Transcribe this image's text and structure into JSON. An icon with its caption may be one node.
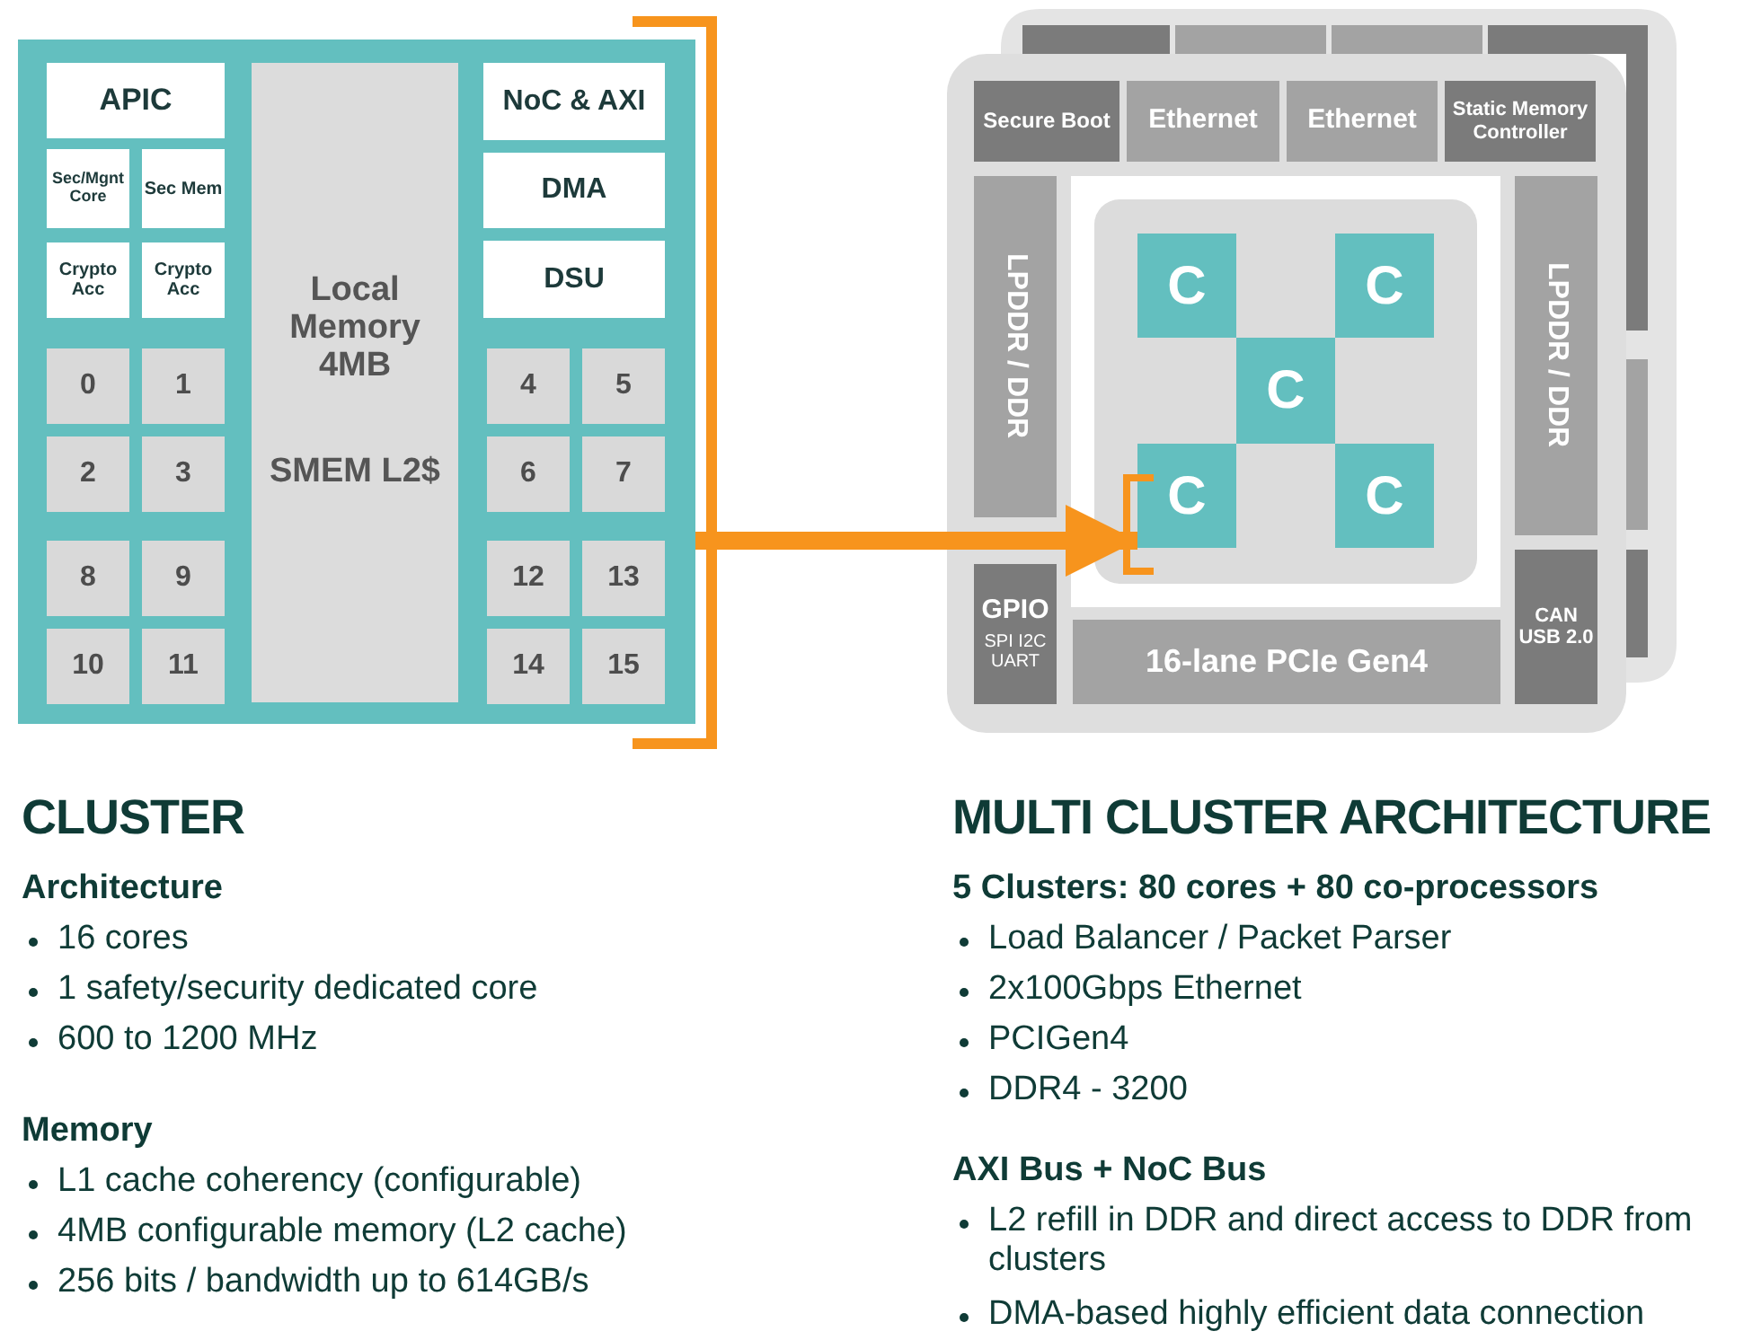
{
  "diagram": {
    "nodes": [
      {
        "text": [],
        "shape": "box"
      },
      {
        "text": [
          "APIC"
        ],
        "in": 0
      },
      {
        "text": [
          "Sec/Mgnt Core"
        ],
        "in": 0
      },
      {
        "text": [
          "Sec Mem"
        ],
        "in": 0
      },
      {
        "text": [
          "Crypto Acc"
        ],
        "in": 0
      },
      {
        "text": [
          "Crypto Acc"
        ],
        "in": 0
      },
      {
        "text": [
          "Local Memory 4MB",
          "SMEM L2$"
        ],
        "in": 0
      },
      {
        "text": [
          "NoC & AXI"
        ],
        "in": 0
      },
      {
        "text": [
          "DMA"
        ],
        "in": 0
      },
      {
        "text": [
          "DSU"
        ],
        "in": 0
      },
      {
        "text": [
          "0"
        ],
        "in": 0
      },
      {
        "text": [
          "1"
        ],
        "in": 0
      },
      {
        "text": [
          "2"
        ],
        "in": 0
      },
      {
        "text": [
          "3"
        ],
        "in": 0
      },
      {
        "text": [
          "4"
        ],
        "in": 0
      },
      {
        "text": [
          "5"
        ],
        "in": 0
      },
      {
        "text": [
          "6"
        ],
        "in": 0
      },
      {
        "text": [
          "7"
        ],
        "in": 0
      },
      {
        "text": [
          "8"
        ],
        "in": 0
      },
      {
        "text": [
          "9"
        ],
        "in": 0
      },
      {
        "text": [
          "10"
        ],
        "in": 0
      },
      {
        "text": [
          "11"
        ],
        "in": 0
      },
      {
        "text": [
          "12"
        ],
        "in": 0
      },
      {
        "text": [
          "13"
        ],
        "in": 0
      },
      {
        "text": [
          "14"
        ],
        "in": 0
      },
      {
        "text": [
          "15"
        ],
        "in": 0
      },
      {
        "text": [],
        "shape": "box"
      },
      {
        "text": [
          "Secure Boot"
        ],
        "in": 26
      },
      {
        "text": [
          "Ethernet"
        ],
        "in": 26
      },
      {
        "text": [
          "Ethernet"
        ],
        "in": 26
      },
      {
        "text": [
          "Static Memory Controller"
        ],
        "in": 26
      },
      {
        "text": [
          "LPDDR / DDR"
        ],
        "in": 26
      },
      {
        "text": [],
        "shape": "box",
        "in": 26
      },
      {
        "text": [],
        "shape": "box",
        "in": 32
      },
      {
        "text": [
          "C"
        ],
        "in": 33
      },
      {
        "text": [
          "C"
        ],
        "in": 33
      },
      {
        "text": [
          "C"
        ],
        "in": 33
      },
      {
        "text": [
          "C"
        ],
        "in": 33
      },
      {
        "text": [
          "C"
        ],
        "in": 33
      },
      {
        "text": [
          "LPDDR / DDR"
        ],
        "in": 26
      },
      {
        "text": [
          "GPIO",
          "SPI I2C UART"
        ],
        "in": 26
      },
      {
        "text": [
          "16-lane PCIe Gen4"
        ],
        "in": 26
      },
      {
        "text": [
          "CAN USB 2.0"
        ],
        "in": 26
      }
    ],
    "edges": [
      {
        "from": 0,
        "to": 37,
        "arrow": "to"
      }
    ],
    "labels": [
      "CLUSTER",
      "Architecture",
      "16 cores",
      "1 safety/security dedicated core",
      "600 to 1200 MHz",
      "Memory",
      "L1 cache coherency (configurable)",
      "4MB configurable memory (L2 cache)",
      "256 bits / bandwidth up to 614GB/s",
      "MULTI CLUSTER ARCHITECTURE",
      "5 Clusters: 80 cores + 80 co-processors",
      "Load Balancer / Packet Parser",
      "2x100Gbps Ethernet",
      "PCIGen4",
      "DDR4 - 3200",
      "AXI Bus + NoC Bus",
      "L2 refill in DDR and direct access to DDR from clusters",
      "DMA-based highly efficient data connection"
    ]
  }
}
